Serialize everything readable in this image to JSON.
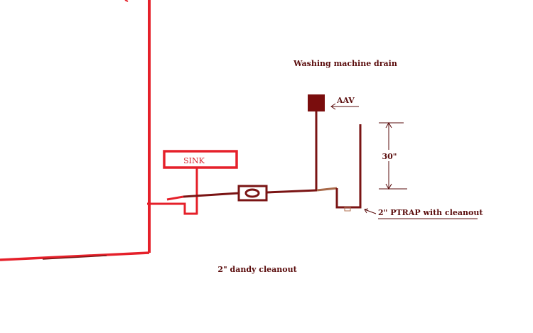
{
  "labels": {
    "washing_machine_drain": "Washing machine drain",
    "aav": "AAV",
    "sink": "SINK",
    "dimension": "30\"",
    "ptrap": "2\" PTRAP with cleanout",
    "dandy_cleanout": "2\" dandy cleanout"
  },
  "colors": {
    "red_pipe": "#e5202a",
    "dark_pipe": "#7a1414",
    "aav_box": "#7a0d0d",
    "tan_segment": "#a86a4a",
    "label_text": "#5a0c0c"
  }
}
